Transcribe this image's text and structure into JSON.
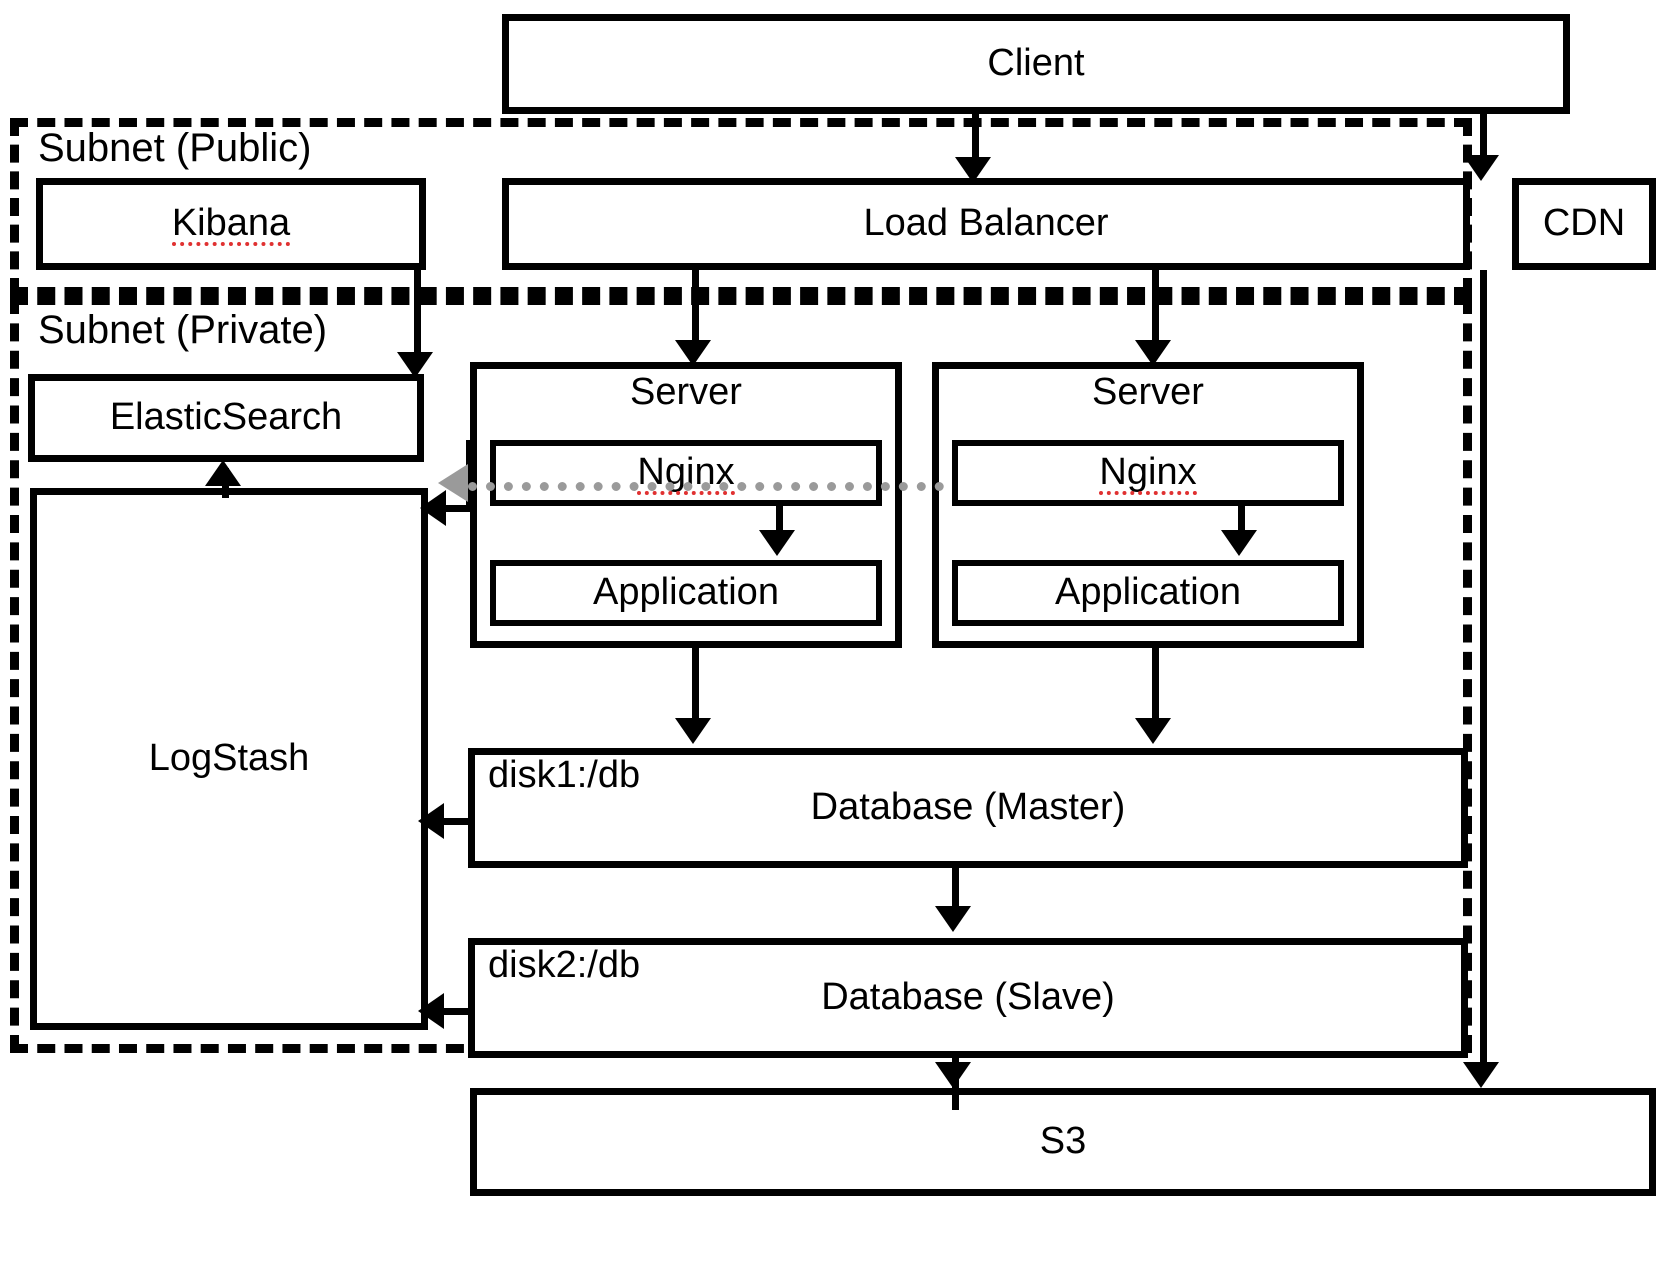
{
  "diagram": {
    "title": "Web application AWS-style architecture diagram",
    "type": "architecture-block-diagram",
    "colors": {
      "stroke": "#000000",
      "background": "#ffffff",
      "dotted_flow": "#9a9a9a",
      "spellcheck_underline": "#e03131"
    }
  },
  "zones": [
    {
      "id": "subnet-public",
      "label": "Subnet (Public)",
      "style": "dashed"
    },
    {
      "id": "subnet-private",
      "label": "Subnet (Private)",
      "style": "dashed"
    }
  ],
  "nodes": {
    "client": {
      "label": "Client"
    },
    "cdn": {
      "label": "CDN"
    },
    "kibana": {
      "label": "Kibana",
      "misspelled": true
    },
    "load_balancer": {
      "label": "Load Balancer"
    },
    "elasticsearch": {
      "label": "ElasticSearch"
    },
    "logstash": {
      "label": "LogStash"
    },
    "server_left": {
      "label": "Server"
    },
    "server_right": {
      "label": "Server"
    },
    "nginx_left": {
      "label": "Nginx",
      "misspelled": true
    },
    "nginx_right": {
      "label": "Nginx",
      "misspelled": true
    },
    "app_left": {
      "label": "Application"
    },
    "app_right": {
      "label": "Application"
    },
    "db_master": {
      "label": "Database (Master)"
    },
    "db_slave": {
      "label": "Database (Slave)"
    },
    "s3": {
      "label": "S3"
    }
  },
  "annotations": {
    "disk1": "disk1:/db",
    "disk2": "disk2:/db"
  },
  "edges": [
    {
      "from": "client",
      "to": "load_balancer",
      "style": "solid",
      "direction": "down"
    },
    {
      "from": "client",
      "to": "cdn",
      "style": "solid",
      "direction": "down"
    },
    {
      "from": "cdn",
      "to": "s3",
      "style": "solid",
      "direction": "down"
    },
    {
      "from": "kibana",
      "to": "elasticsearch",
      "style": "solid",
      "direction": "down"
    },
    {
      "from": "load_balancer",
      "to": "server_left",
      "style": "solid",
      "direction": "down"
    },
    {
      "from": "load_balancer",
      "to": "server_right",
      "style": "solid",
      "direction": "down"
    },
    {
      "from": "nginx_left",
      "to": "app_left",
      "style": "solid",
      "direction": "down"
    },
    {
      "from": "nginx_right",
      "to": "app_right",
      "style": "solid",
      "direction": "down"
    },
    {
      "from": "server_right",
      "to": "server_left",
      "style": "dotted",
      "direction": "left",
      "color": "#9a9a9a"
    },
    {
      "from": "nginx_left",
      "to": "logstash",
      "style": "solid",
      "direction": "left"
    },
    {
      "from": "logstash",
      "to": "elasticsearch",
      "style": "solid",
      "direction": "up"
    },
    {
      "from": "app_left",
      "to": "db_master",
      "style": "solid",
      "direction": "down"
    },
    {
      "from": "app_right",
      "to": "db_master",
      "style": "solid",
      "direction": "down"
    },
    {
      "from": "db_master",
      "to": "logstash",
      "style": "solid",
      "direction": "left",
      "label": "disk1:/db"
    },
    {
      "from": "db_master",
      "to": "db_slave",
      "style": "solid",
      "direction": "down"
    },
    {
      "from": "db_slave",
      "to": "logstash",
      "style": "solid",
      "direction": "left",
      "label": "disk2:/db"
    },
    {
      "from": "db_slave",
      "to": "s3",
      "style": "solid",
      "direction": "down"
    }
  ]
}
